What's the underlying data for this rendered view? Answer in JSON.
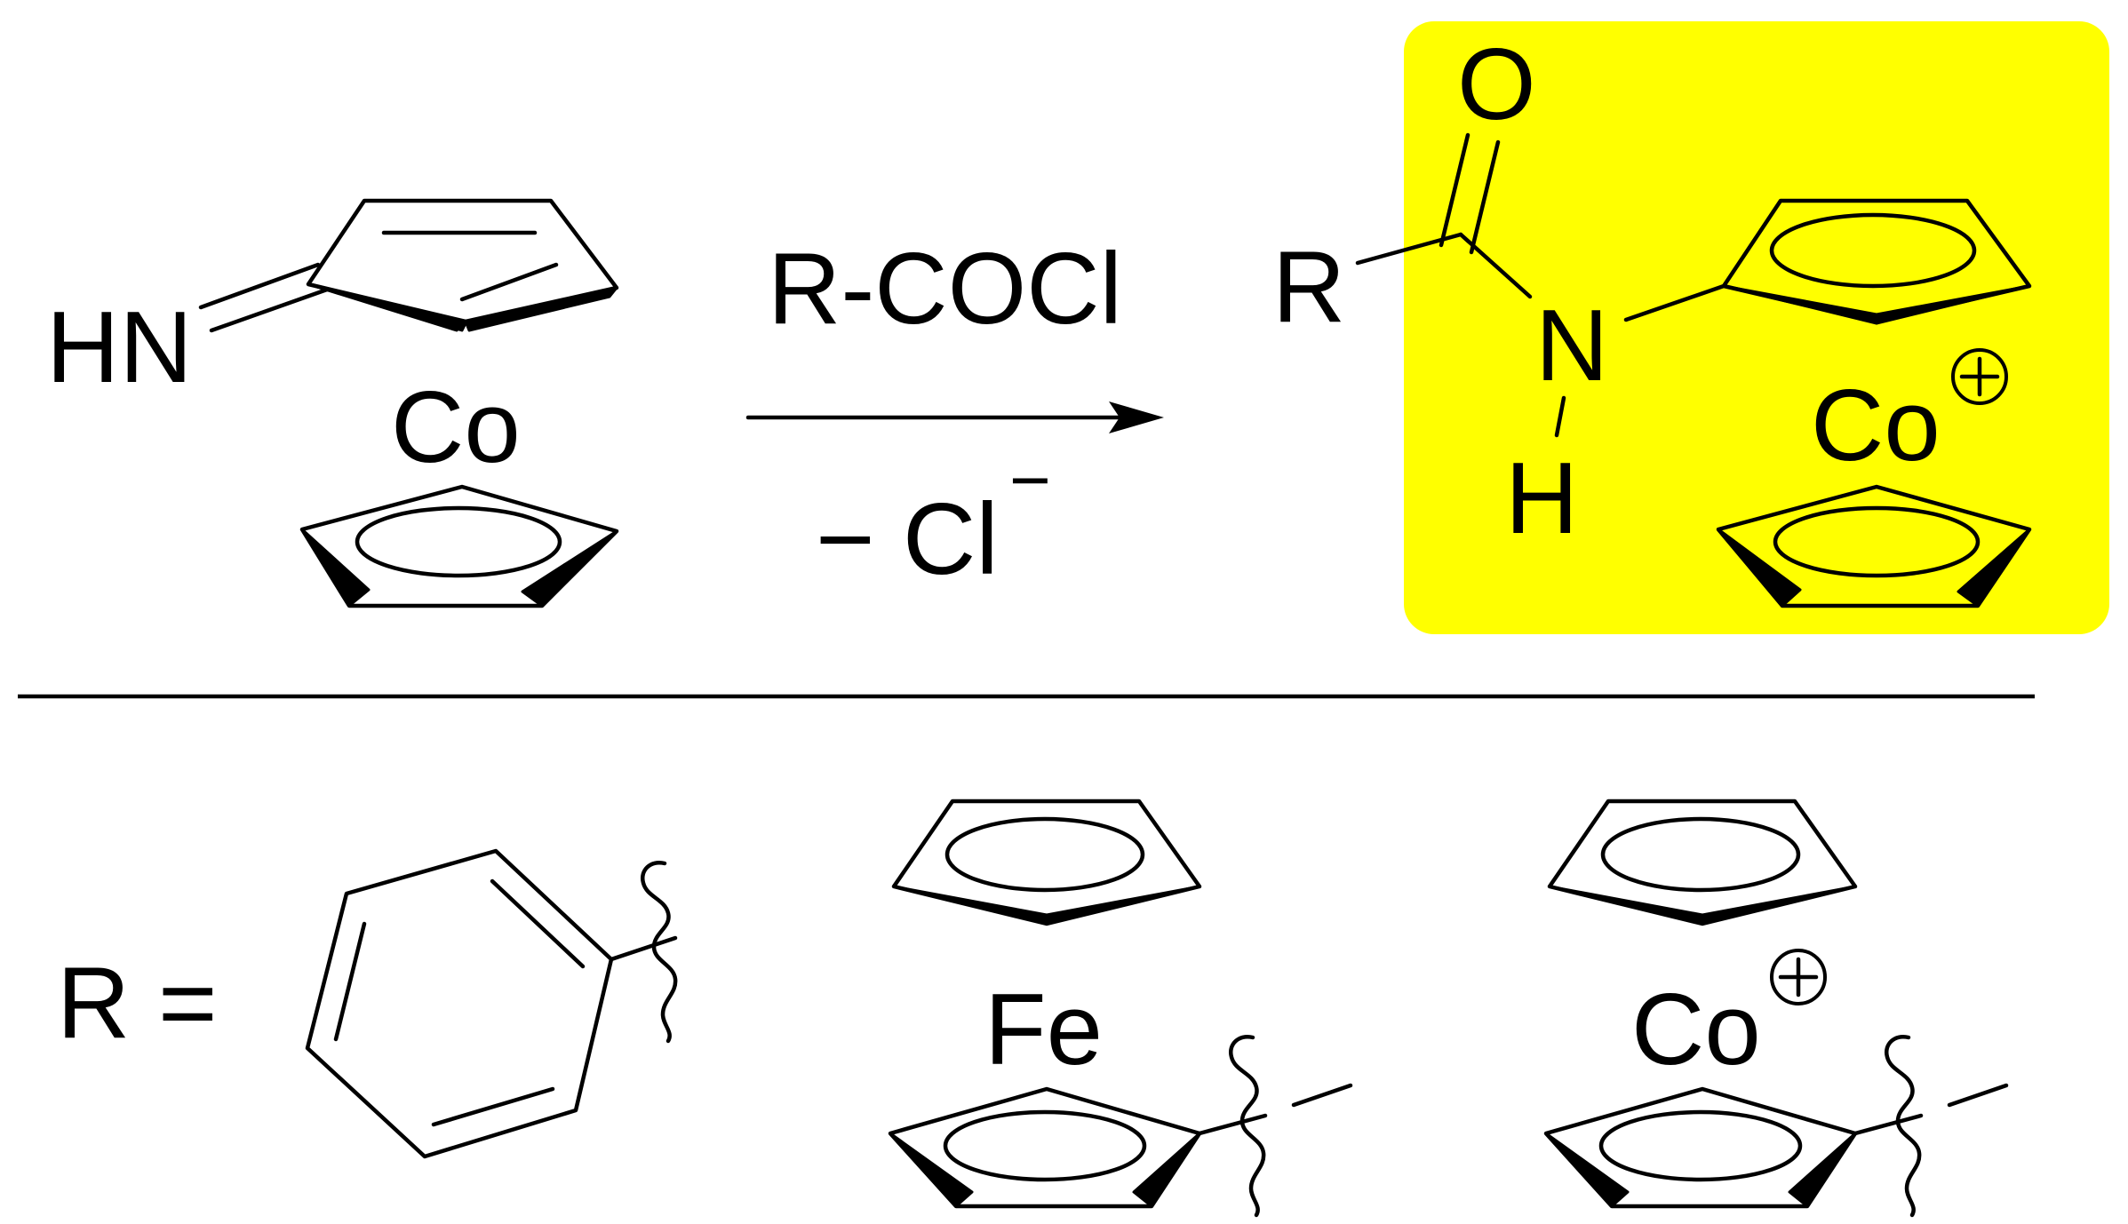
{
  "colors": {
    "highlight": "#ffff00",
    "ink": "#000000"
  },
  "reactant": {
    "imine": "HN",
    "metal": "Co"
  },
  "reagent": {
    "top": "R-COCl",
    "bottom_minus": "−",
    "bottom_ion": "Cl",
    "bottom_charge": "−"
  },
  "product": {
    "oxygen": "O",
    "r_group": "R",
    "nitrogen": "N",
    "hydrogen": "H",
    "metal": "Co",
    "charge": "+"
  },
  "r_definitions": {
    "label": "R =",
    "ferrocenyl_metal": "Fe",
    "cobaltocenium_metal": "Co",
    "cobaltocenium_charge": "+"
  }
}
